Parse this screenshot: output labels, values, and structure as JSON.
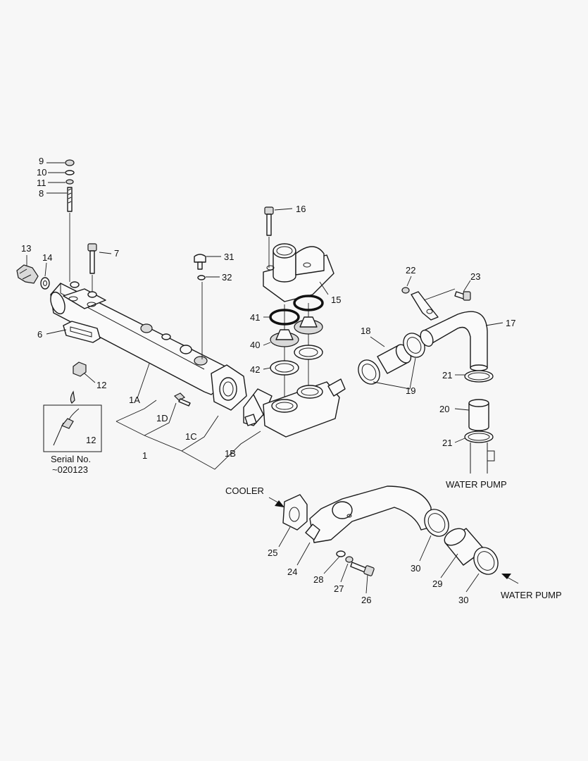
{
  "labels": {
    "p9": "9",
    "p10": "10",
    "p11": "11",
    "p8": "8",
    "p13": "13",
    "p14": "14",
    "p7": "7",
    "p6": "6",
    "p12a": "12",
    "p1A": "1A",
    "p1D": "1D",
    "p1C": "1C",
    "p1": "1",
    "p1B": "1B",
    "p31": "31",
    "p32": "32",
    "p16": "16",
    "p15": "15",
    "p41": "41",
    "p40": "40",
    "p42": "42",
    "p18": "18",
    "p19": "19",
    "p22": "22",
    "p23": "23",
    "p17": "17",
    "p21a": "21",
    "p20": "20",
    "p21b": "21",
    "p12b": "12",
    "p25": "25",
    "p24": "24",
    "p28": "28",
    "p27": "27",
    "p26": "26",
    "p30a": "30",
    "p29": "29",
    "p30b": "30"
  },
  "notes": {
    "serial_line1": "Serial No.",
    "serial_line2": "~020123",
    "water_pump_top": "WATER PUMP",
    "cooler": "COOLER",
    "water_pump_bottom": "WATER PUMP"
  }
}
